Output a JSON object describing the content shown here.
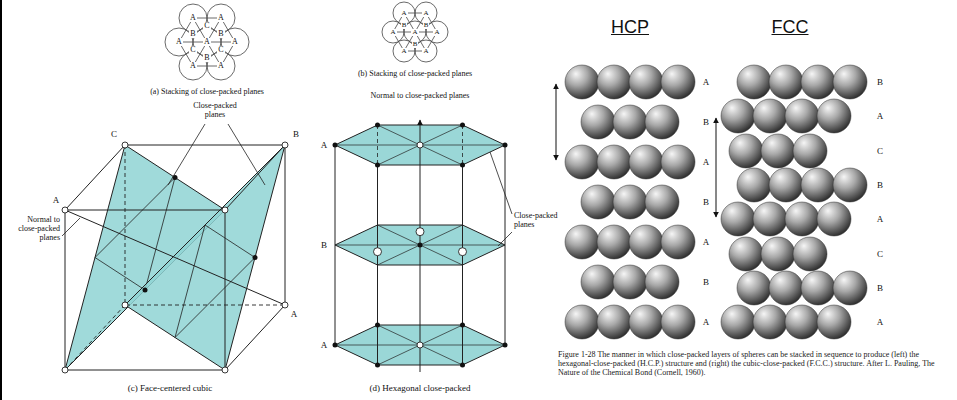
{
  "diagram": {
    "caption": "Figure 1-28 The manner in which close-packed layers of spheres can be stacked in sequence to produce (left) the hexagonal-close-packed (H.C.P.) structure and (right) the cubic-close-packed (F.C.C.) structure. After L. Pauling, The Nature of the Chemical Bond (Cornell, 1960).",
    "labels": [
      "A",
      "A",
      "C",
      "B",
      "B",
      "A",
      "A",
      "A",
      "C",
      "C",
      "B",
      "A",
      "A",
      "(a) Stacking of close-packed planes",
      "A",
      "A",
      "B",
      "B",
      "A",
      "A",
      "A",
      "B",
      "A",
      "A",
      "(b) Stacking of close-packed planes",
      "HCP",
      "FCC",
      "Close-packed planes",
      "C",
      "B",
      "Normal to close-packed planes",
      "A",
      "A",
      "(c) Face-centered cubic",
      "Normal to close-packed planes",
      "A",
      "B",
      "A",
      "Close-packed planes",
      "(d) Hexagonal close-packed",
      "A",
      "B",
      "A",
      "B",
      "A",
      "B",
      "A",
      "B",
      "A",
      "C",
      "B",
      "A",
      "C",
      "B",
      "A"
    ]
  }
}
